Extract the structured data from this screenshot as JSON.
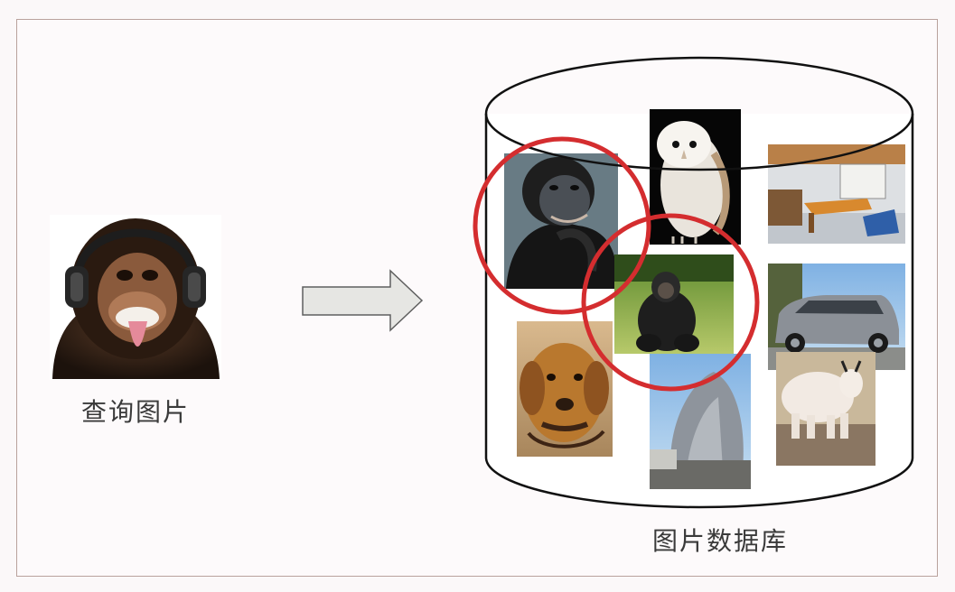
{
  "query": {
    "caption": "查询图片",
    "image": "chimpanzee-with-headphones"
  },
  "database": {
    "caption": "图片数据库",
    "images": [
      "chimpanzee-portrait",
      "barn-owl",
      "office-room",
      "chimpanzee-sitting-on-grass",
      "silver-hatchback-car",
      "golden-retriever",
      "modern-building",
      "mountain-goat"
    ],
    "highlighted": [
      "chimpanzee-portrait",
      "chimpanzee-sitting-on-grass"
    ]
  },
  "colors": {
    "highlight_circle": "#d42d2f",
    "arrow_fill": "#e6e6e3",
    "cylinder_stroke": "#111111"
  }
}
